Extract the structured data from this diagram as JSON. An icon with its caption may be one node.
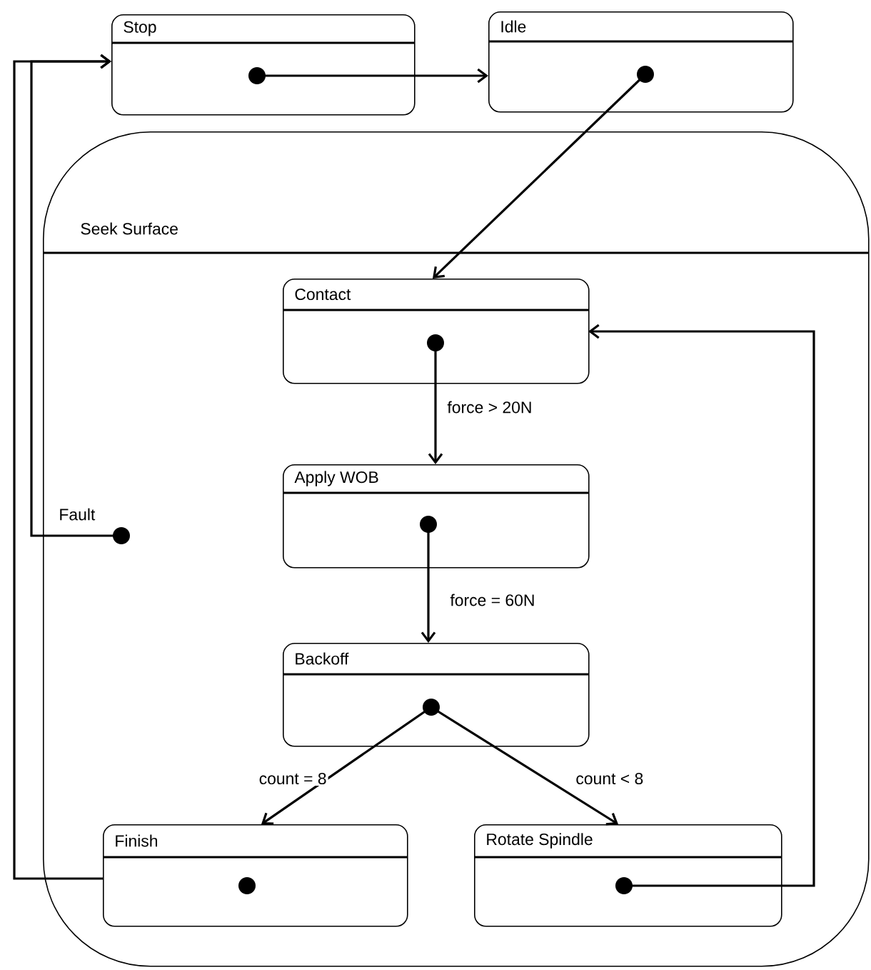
{
  "diagram": {
    "nodes": [
      {
        "text": [
          "Stop"
        ]
      },
      {
        "text": [
          "Idle"
        ]
      },
      {
        "text": [
          "Seek Surface"
        ]
      },
      {
        "text": [
          "Contact"
        ],
        "in": 2
      },
      {
        "text": [
          "Apply WOB"
        ],
        "in": 2
      },
      {
        "text": [
          "Backoff"
        ],
        "in": 2
      },
      {
        "text": [
          "Finish"
        ],
        "in": 2
      },
      {
        "text": [
          "Rotate Spindle"
        ],
        "in": 2
      },
      {
        "text": [
          "Fault"
        ],
        "in": 2
      }
    ],
    "edges": [
      {
        "from": 0,
        "to": 1,
        "arrow": "to"
      },
      {
        "from": 1,
        "to": 3,
        "arrow": "to"
      },
      {
        "from": 3,
        "to": 4,
        "arrow": "to",
        "label": "force > 20N"
      },
      {
        "from": 4,
        "to": 5,
        "arrow": "to",
        "label": "force = 60N"
      },
      {
        "from": 5,
        "to": 6,
        "arrow": "to",
        "label": "count = 8"
      },
      {
        "from": 5,
        "to": 7,
        "arrow": "to",
        "label": "count < 8"
      },
      {
        "from": 7,
        "to": 3,
        "arrow": "to"
      },
      {
        "from": 6,
        "to": 0,
        "arrow": "to"
      },
      {
        "from": 8,
        "to": 0,
        "arrow": "to"
      }
    ]
  }
}
